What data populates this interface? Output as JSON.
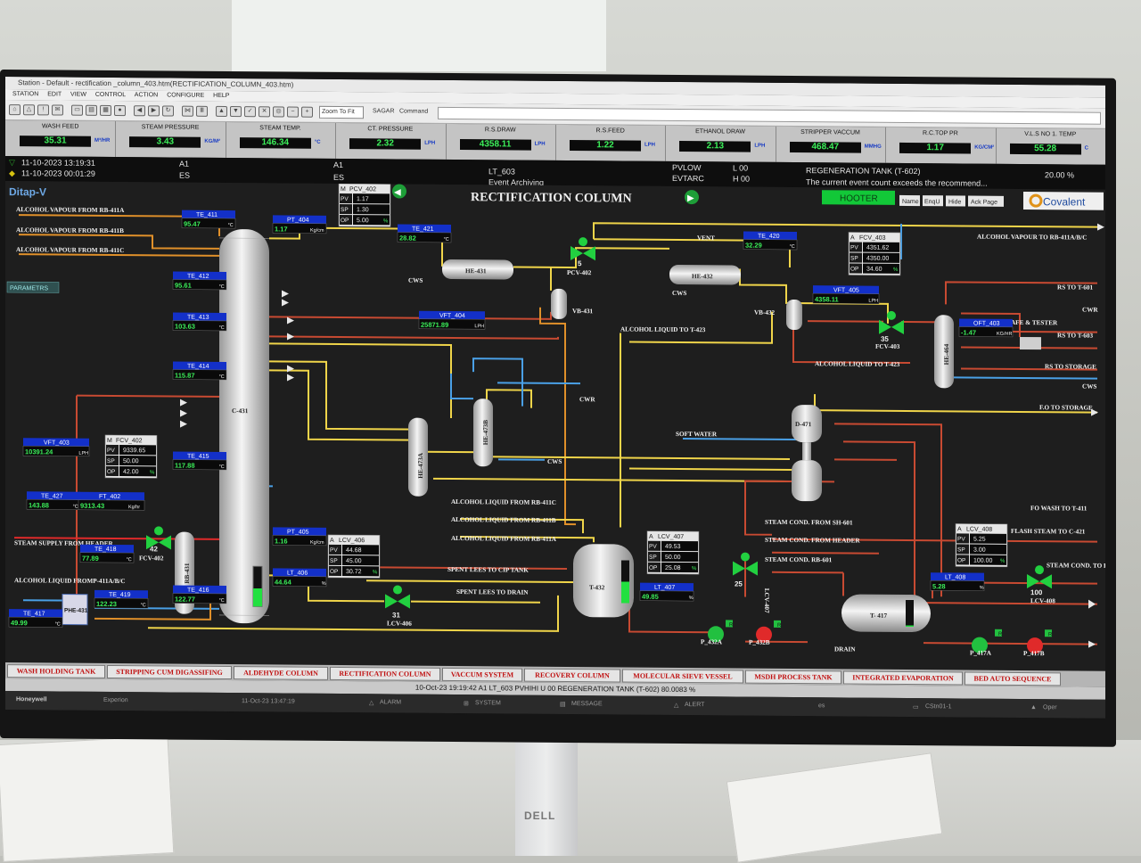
{
  "window": {
    "title": "Station - Default - rectification _column_403.htm(RECTIFICATION_COLUMN_403.htm)",
    "menu": [
      "STATION",
      "EDIT",
      "VIEW",
      "CONTROL",
      "ACTION",
      "CONFIGURE",
      "HELP"
    ],
    "zoom": "Zoom To Fit",
    "user": "SAGAR",
    "command_label": "Command"
  },
  "header": [
    {
      "label": "WASH FEED",
      "value": "35.31",
      "unit": "M³/HR"
    },
    {
      "label": "STEAM PRESSURE",
      "value": "3.43",
      "unit": "KG/M²"
    },
    {
      "label": "STEAM TEMP.",
      "value": "146.34",
      "unit": "°C"
    },
    {
      "label": "CT. PRESSURE",
      "value": "2.32",
      "unit": "LPH"
    },
    {
      "label": "R.S.DRAW",
      "value": "4358.11",
      "unit": "LPH"
    },
    {
      "label": "R.S.FEED",
      "value": "1.22",
      "unit": "LPH"
    },
    {
      "label": "ETHANOL DRAW",
      "value": "2.13",
      "unit": "LPH"
    },
    {
      "label": "STRIPPER VACCUM",
      "value": "468.47",
      "unit": "MMHG"
    },
    {
      "label": "R.C.TOP PR",
      "value": "1.17",
      "unit": "KG/CM²"
    },
    {
      "label": "V.L.S NO 1. TEMP",
      "value": "55.28",
      "unit": "C"
    }
  ],
  "alarms": [
    {
      "time": "11-10-2023 13:19:31",
      "pri": "A1",
      "pri2": "A1",
      "tag": "LT_603",
      "cond": "PVLOW",
      "level": "L 00",
      "desc": "REGENERATION TANK (T-602)",
      "value": "20.00 %"
    },
    {
      "time": "11-10-2023 00:01:29",
      "pri": "ES",
      "pri2": "ES",
      "tag": "Event Archiving",
      "cond": "EVTARC",
      "level": "H 00",
      "desc": "The current event count exceeds the recommend..."
    }
  ],
  "screen": {
    "brand": "Ditap-V",
    "title": "RECTIFICATION COLUMN",
    "hooter": "HOOTER",
    "buttons": [
      "Name",
      "EnqU",
      "Hide",
      "Ack Page"
    ],
    "company": "Covalent",
    "parameters": "PARAMETRS"
  },
  "labels": {
    "av411a": "ALCOHOL VAPOUR FROM RB-411A",
    "av411b": "ALCOHOL VAPOUR FROM RB-411B",
    "av411c": "ALCOHOL VAPOUR FROM RB-411C",
    "av_to": "ALCOHOL VAPOUR TO RB-411A/B/C",
    "cwr": "CWR",
    "cws": "CWS",
    "vent": "VENT",
    "he431": "HE-431",
    "he432": "HE-432",
    "vb431": "VB-431",
    "vb432": "VB-432",
    "he473a": "HE-473A",
    "he473b": "HE-473B",
    "he464": "HE-464",
    "c431": "C-431",
    "rb431": "RB-431",
    "phe431": "PHE-431",
    "d471": "D-471",
    "t432": "T-432",
    "t417": "T- 417",
    "al_to_t423": "ALCOHOL LIQUID TO T-423",
    "al_to_t423b": "ALCOHOL LIQUID TO T-423",
    "rs_t601": "RS TO T-601",
    "rs_t603": "RS TO T-603",
    "rs_storage": "RS TO STORAGE",
    "safe": "SAFE & TESTER",
    "fo_storage": "F.O TO STORAGE",
    "soft_water": "SOFT WATER",
    "alq411c": "ALCOHOL LIQUID FROM RB-411C",
    "alq411b": "ALCOHOL LIQUID FROM  RB-411B",
    "alq411a": "ALCOHOL LIQUID FROM RB-411A",
    "spent_cip": "SPENT LEES TO CIP TANK",
    "spent_drain": "SPENT LEES TO DRAIN",
    "steam_supply": "STEAM SUPPLY FROM HEADER",
    "alq_phe": "ALCOHOL LIQUID FROMP-411A/B/C",
    "sc_sh601": "STEAM COND. FROM SH-601",
    "sc_header": "STEAM COND.  FROM HEADER",
    "sc_rb601": "STEAM COND. RB-601",
    "fo_wash": "FO WASH TO T-411",
    "flash": "FLASH  STEAM  TO C-421",
    "sc_boil": "STEAM COND. TO BOILR",
    "drain": "DRAIN",
    "p432a": "P_432A",
    "p432b": "P_432B",
    "p417a": "P_417A",
    "p417b": "P_417B",
    "fcv402": "FCV-402",
    "pcv402": "PCV-402",
    "fcv403": "FCV-403",
    "lcv406": "LCV-406",
    "lcv407": "LCV-407",
    "lcv408": "LCV-408",
    "fcv402_pct": "42",
    "pcv402_pct": "5",
    "fcv403_pct": "35",
    "lcv406_pct": "31",
    "lcv407_pct": "25",
    "lcv408_pct": "100"
  },
  "tags": [
    {
      "tag": "TE_411",
      "value": "95.47",
      "unit": "°C"
    },
    {
      "tag": "TE_412",
      "value": "95.61",
      "unit": "°C"
    },
    {
      "tag": "TE_413",
      "value": "103.63",
      "unit": "°C"
    },
    {
      "tag": "TE_414",
      "value": "115.87",
      "unit": "°C"
    },
    {
      "tag": "TE_415",
      "value": "117.88",
      "unit": "°C"
    },
    {
      "tag": "TE_416",
      "value": "122.77",
      "unit": "°C"
    },
    {
      "tag": "TE_417",
      "value": "49.99",
      "unit": "°C"
    },
    {
      "tag": "TE_418",
      "value": "77.89",
      "unit": "°C"
    },
    {
      "tag": "TE_419",
      "value": "122.23",
      "unit": "°C"
    },
    {
      "tag": "TE_427",
      "value": "143.88",
      "unit": "°C"
    },
    {
      "tag": "VFT_403",
      "value": "10391.24",
      "unit": "LPH"
    },
    {
      "tag": "FT_402",
      "value": "9313.43",
      "unit": "Kg/hr"
    },
    {
      "tag": "PT_404",
      "value": "1.17",
      "unit": "Kg/cm"
    },
    {
      "tag": "TE_421",
      "value": "28.82",
      "unit": "°C"
    },
    {
      "tag": "VFT_404",
      "value": "25871.89",
      "unit": "LPH"
    },
    {
      "tag": "TE_420",
      "value": "32.29",
      "unit": "°C"
    },
    {
      "tag": "VFT_405",
      "value": "4358.11",
      "unit": "LPH"
    },
    {
      "tag": "OFT_403",
      "value": "-1.47",
      "unit": "KG/HR"
    },
    {
      "tag": "PT_405",
      "value": "1.16",
      "unit": "Kg/cm"
    },
    {
      "tag": "LT_406",
      "value": "44.64",
      "unit": "%"
    },
    {
      "tag": "LT_407",
      "value": "49.85",
      "unit": "%"
    },
    {
      "tag": "LT_408",
      "value": "5.28",
      "unit": "%"
    }
  ],
  "controllers": [
    {
      "mode": "M",
      "tag": "PCV_402",
      "pv": "1.17",
      "sp": "1.30",
      "op": "5.00"
    },
    {
      "mode": "M",
      "tag": "FCV_402",
      "pv": "9339.65",
      "sp": "50.00",
      "op": "42.00"
    },
    {
      "mode": "A",
      "tag": "LCV_406",
      "pv": "44.68",
      "sp": "45.00",
      "op": "30.72"
    },
    {
      "mode": "A",
      "tag": "FCV_403",
      "pv": "4351.62",
      "sp": "4350.00",
      "op": "34.60"
    },
    {
      "mode": "A",
      "tag": "LCV_407",
      "pv": "49.53",
      "sp": "50.00",
      "op": "25.08"
    },
    {
      "mode": "A",
      "tag": "LCV_408",
      "pv": "5.25",
      "sp": "3.00",
      "op": "100.00"
    }
  ],
  "levels": {
    "c431": 0.45,
    "t432": 0.5,
    "t417": 0.05
  },
  "nav": [
    "WASH HOLDING TANK",
    "STRIPPING CUM DIGASSIFING",
    "ALDEHYDE COLUMN",
    "RECTIFICATION COLUMN",
    "VACCUM SYSTEM",
    "RECOVERY COLUMN",
    "MOLECULAR SIEVE VESSEL",
    "MSDH PROCESS TANK",
    "INTEGRATED EVAPORATION",
    "BED AUTO SEQUENCE"
  ],
  "message": "10-Oct-23  19:19:42  A1   LT_603   PVHIHI   U 00 REGENERATION TANK (T-602)   80.0083  %",
  "status": {
    "brand": "Honeywell",
    "product": "Experion",
    "datetime": "11-Oct-23   13:47:19",
    "alarm": "ALARM",
    "system": "SYSTEM",
    "message": "MESSAGE",
    "alert": "ALERT",
    "es": "es",
    "station": "CStn01-1",
    "oper": "Oper"
  },
  "colors": {
    "header_val": "#3cf05a",
    "tag_blue": "#1330c9",
    "nav_text": "#c01010",
    "hooter": "#12c838"
  },
  "monitor_brand": "DELL"
}
